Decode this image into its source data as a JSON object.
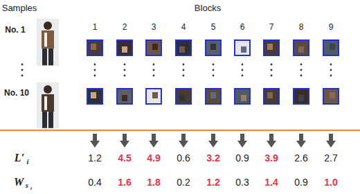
{
  "diagram": {
    "labels": [
      "Samples",
      "Blocks",
      "No. 1",
      "1",
      "2",
      "3",
      "4",
      "5",
      "6",
      "7",
      "8",
      "9",
      "No. 10",
      "L′",
      "i",
      "1.2",
      "4.5",
      "4.9",
      "0.6",
      "3.2",
      "0.9",
      "3.9",
      "2.6",
      "2.7",
      "W",
      "s",
      "i",
      "0.4",
      "1.6",
      "1.8",
      "0.2",
      "1.2",
      "0.3",
      "1.4",
      "0.9",
      "1.0"
    ]
  }
}
